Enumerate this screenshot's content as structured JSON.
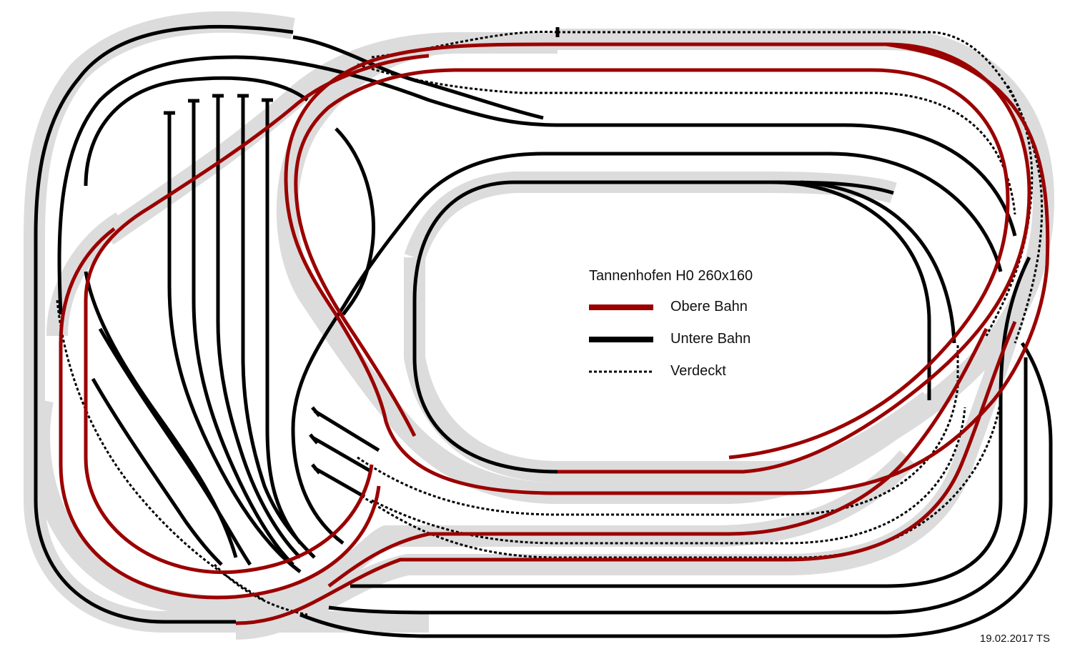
{
  "title": "Tannenhofen H0 260x160",
  "legend": [
    {
      "key": "upper",
      "label": "Obere Bahn",
      "color": "#9b0000",
      "line": "solid"
    },
    {
      "key": "lower",
      "label": "Untere Bahn",
      "color": "#000000",
      "line": "solid"
    },
    {
      "key": "hidden",
      "label": "Verdeckt",
      "color": "#000000",
      "line": "dotted"
    }
  ],
  "colors": {
    "upper": "#9b0000",
    "lower": "#000000",
    "shadow": "#dcdcdc"
  },
  "footer": "19.02.2017 TS"
}
